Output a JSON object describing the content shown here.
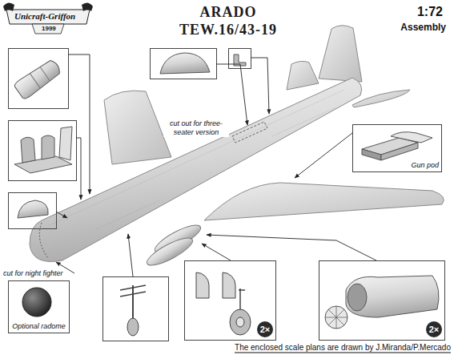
{
  "diagram": {
    "title": "ARADO TEW.16/43-19",
    "caption": "The enclosed scale plans are drawn by J.Miranda/P.Mercado",
    "nodes": [
      {
        "text": [
          "Gun pod"
        ]
      },
      {
        "text": [
          "Optional radome"
        ]
      },
      {
        "text": [
          "2×"
        ]
      },
      {
        "text": [
          "2×"
        ]
      }
    ],
    "labels": [
      "Unicraft-Griffon",
      "1999",
      "1:72",
      "Assembly",
      "cut out for three-seater version",
      "cut for night fighter"
    ]
  }
}
